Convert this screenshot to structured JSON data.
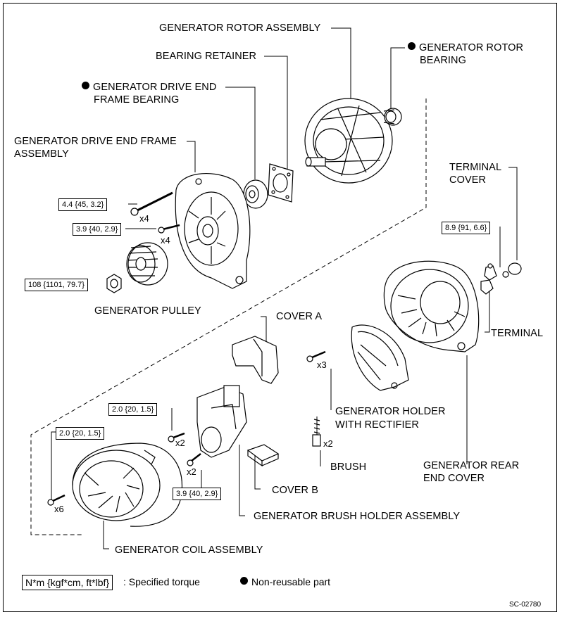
{
  "labels": {
    "rotor_assembly": "GENERATOR ROTOR ASSEMBLY",
    "bearing_retainer": "BEARING RETAINER",
    "rotor_bearing_1": "GENERATOR ROTOR",
    "rotor_bearing_2": "BEARING",
    "drive_end_bearing_1": "GENERATOR DRIVE END",
    "drive_end_bearing_2": "FRAME BEARING",
    "drive_end_frame_1": "GENERATOR DRIVE END FRAME",
    "drive_end_frame_2": "ASSEMBLY",
    "terminal_cover_1": "TERMINAL",
    "terminal_cover_2": "COVER",
    "terminal": "TERMINAL",
    "pulley": "GENERATOR PULLEY",
    "cover_a": "COVER A",
    "holder_rectifier_1": "GENERATOR HOLDER",
    "holder_rectifier_2": "WITH RECTIFIER",
    "brush": "BRUSH",
    "rear_end_cover_1": "GENERATOR REAR",
    "rear_end_cover_2": "END COVER",
    "cover_b": "COVER B",
    "brush_holder": "GENERATOR BRUSH HOLDER ASSEMBLY",
    "coil_assembly": "GENERATOR COIL ASSEMBLY"
  },
  "torques": {
    "bolt_frame": "4.4 {45, 3.2}",
    "screw_frame": "3.9 {40, 2.9}",
    "pulley_nut": "108 {1101, 79.7}",
    "terminal_nut": "8.9 {91, 6.6}",
    "brush_holder_screw": "2.0 {20, 1.5}",
    "coil_screw": "2.0 {20, 1.5}",
    "brush_holder_lower": "3.9 {40, 2.9}"
  },
  "quantities": {
    "bolt_frame": "x4",
    "screw_frame": "x4",
    "holder_screw": "x3",
    "brush_holder_screw": "x2",
    "brush_holder_lower": "x2",
    "brush": "x2",
    "coil_screw": "x6"
  },
  "legend": {
    "torque_units": "N*m {kgf*cm, ft*lbf}",
    "torque_desc": ": Specified torque",
    "non_reusable": "Non-reusable part"
  },
  "figure_code": "SC-02780"
}
